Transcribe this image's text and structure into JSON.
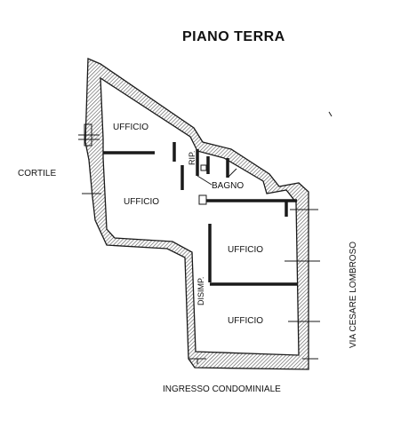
{
  "plan": {
    "title": "PIANO TERRA",
    "outside": {
      "courtyard": "CORTILE",
      "street": "VIA CESARE LOMBROSO",
      "entrance": "INGRESSO CONDOMINIALE"
    },
    "rooms": {
      "office_top": "UFFICIO",
      "office_left": "UFFICIO",
      "storage": "RIP.",
      "bathroom": "BAGNO",
      "office_mid": "UFFICIO",
      "landing": "DISIMP.",
      "office_bottom": "UFFICIO"
    },
    "colors": {
      "ink": "#1a1a1a",
      "paper": "#ffffff"
    }
  }
}
